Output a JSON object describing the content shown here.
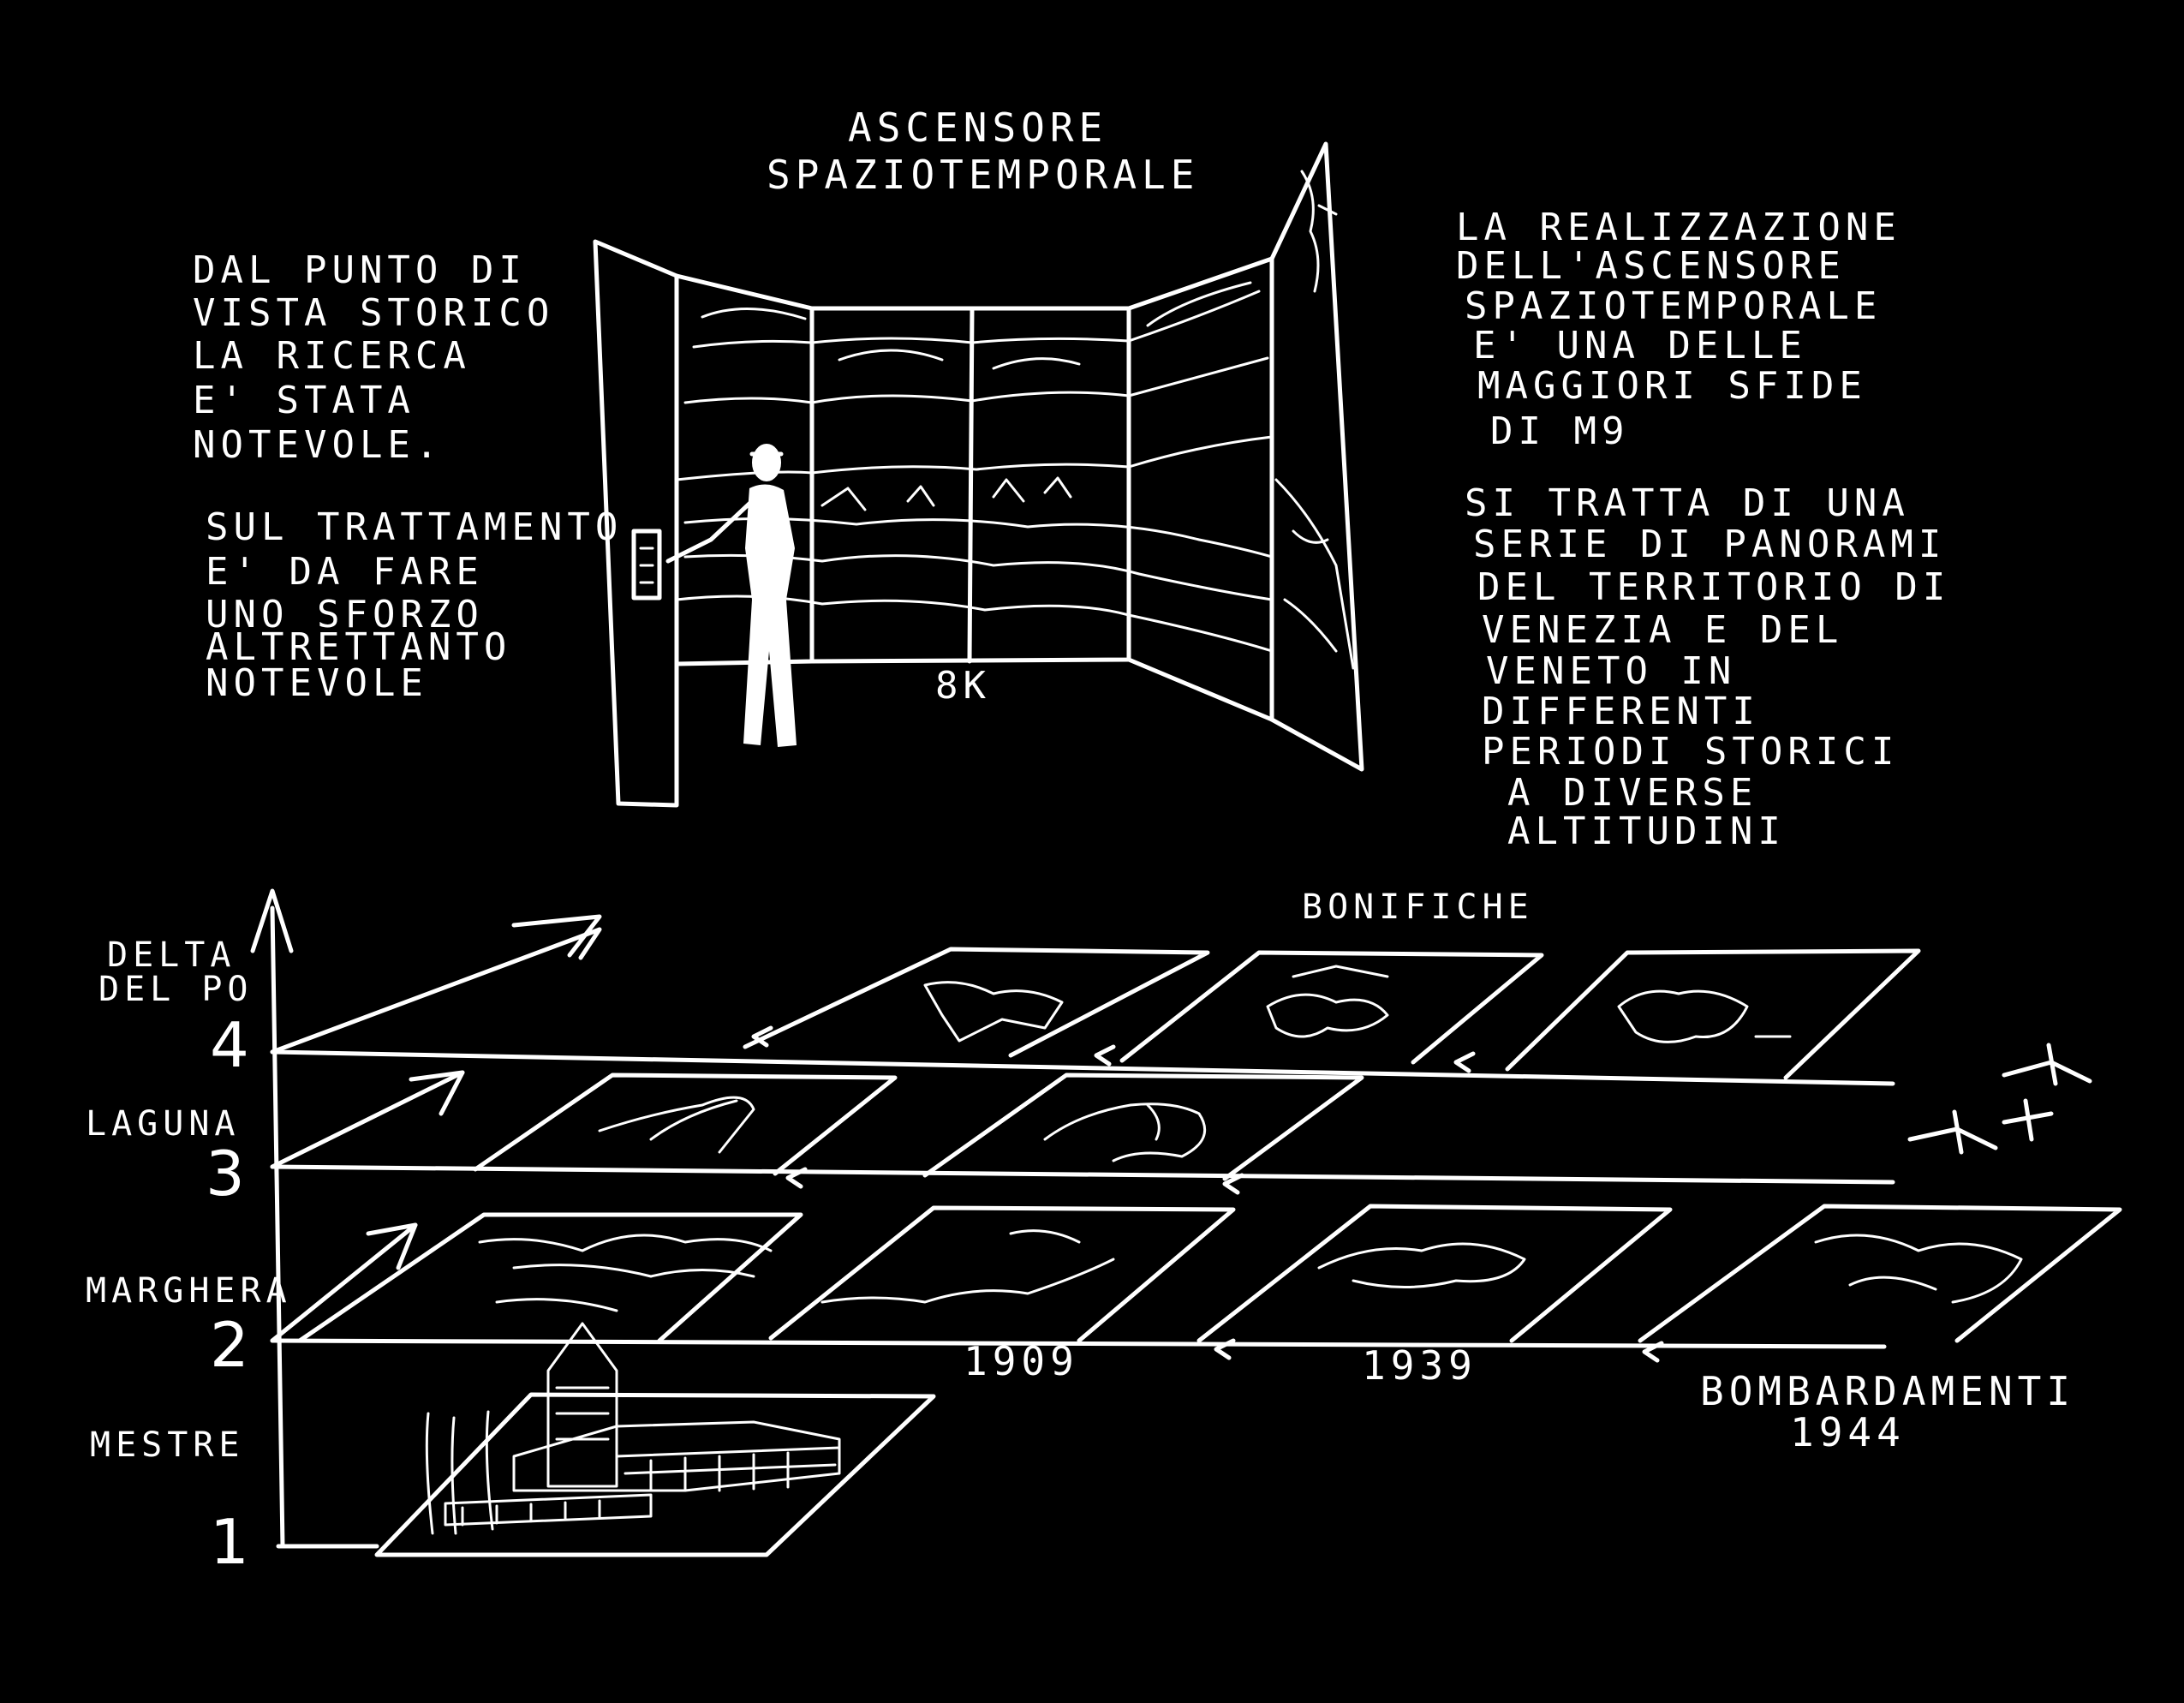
{
  "title": [
    "ASCENSORE",
    "SPAZIOTEMPORALE"
  ],
  "left_note": [
    "DAL PUNTO DI",
    "VISTA STORICO",
    "LA RICERCA",
    "E' STATA",
    "NOTEVOLE.",
    "",
    "SUL TRATTAMENTO",
    "E' DA FARE",
    "UNO SFORZO",
    "ALTRETTANTO",
    "NOTEVOLE"
  ],
  "right_note": [
    "LA REALIZZAZIONE",
    "DELL'ASCENSORE",
    "SPAZIOTEMPORALE",
    "E' UNA DELLE",
    "MAGGIORI SFIDE",
    "DI M9",
    "",
    "SI TRATTA DI UNA",
    "SERIE DI PANORAMI",
    "DEL TERRITORIO DI",
    "VENEZIA E DEL",
    "VENETO IN",
    "DIFFERENTI",
    "PERIODI STORICI",
    "A DIVERSE",
    "ALTITUDINI"
  ],
  "screen_label": "8K",
  "bonifiche_label": "BONIFICHE",
  "levels": [
    {
      "name": [
        "MESTRE"
      ],
      "number": "1"
    },
    {
      "name": [
        "MARGHERA"
      ],
      "number": "2"
    },
    {
      "name": [
        "LAGUNA"
      ],
      "number": "3"
    },
    {
      "name": [
        "DELTA",
        "DEL PO"
      ],
      "number": "4"
    }
  ],
  "years": [
    "1909",
    "1939",
    "BOMBARDAMENTI",
    "1944"
  ],
  "colors": {
    "background": "#000000",
    "ink": "#ffffff"
  }
}
